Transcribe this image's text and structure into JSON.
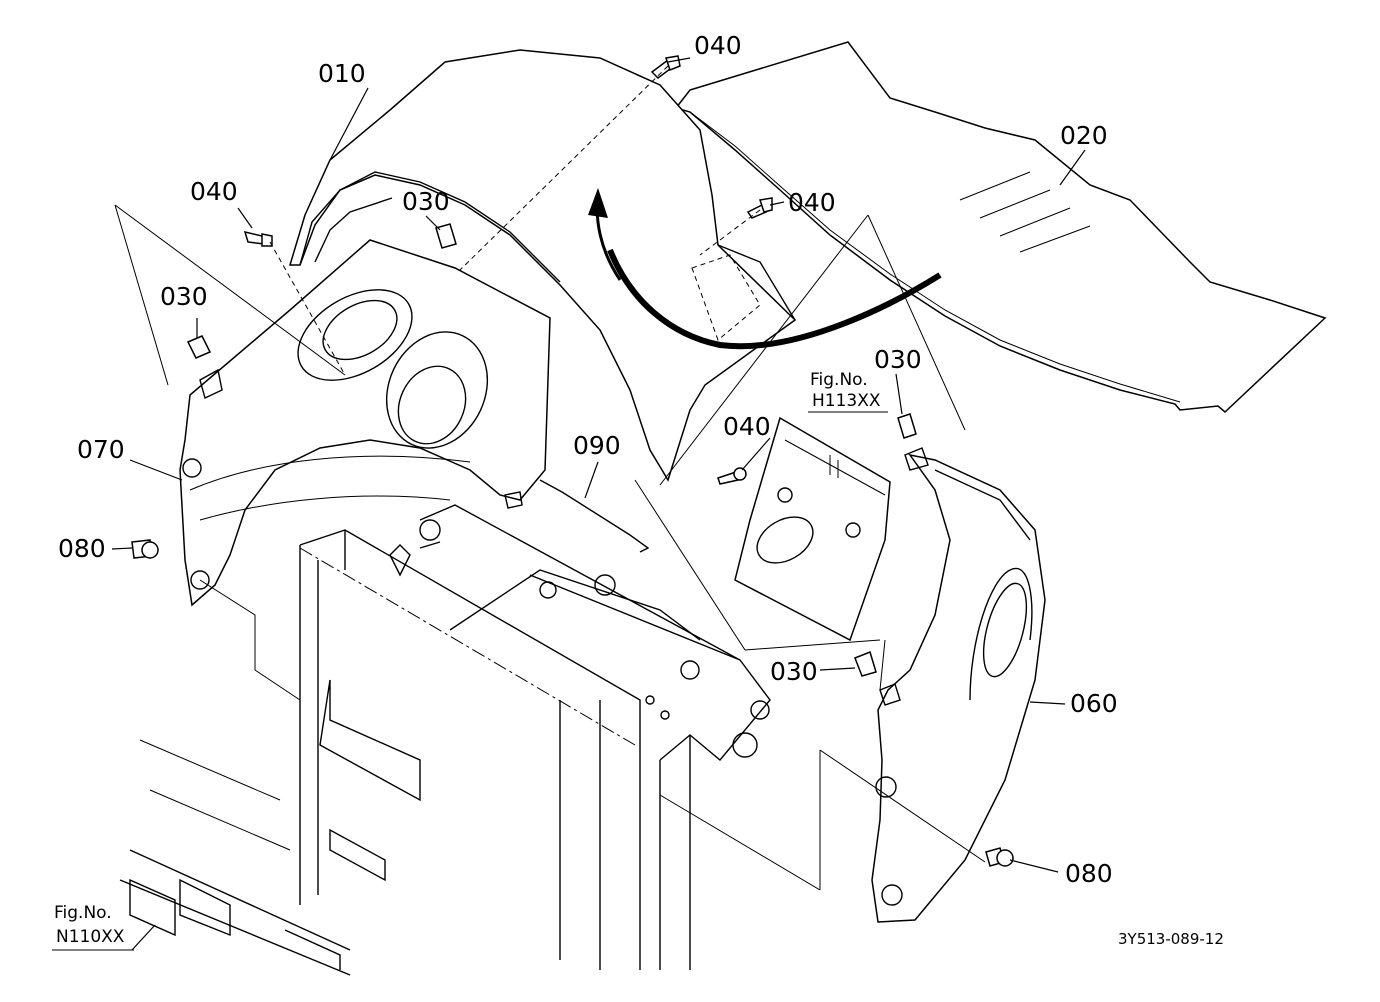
{
  "document_id": "3Y513-089-12",
  "fig_refs": [
    {
      "label": "Fig.No.",
      "code": "H113XX"
    },
    {
      "label": "Fig.No.",
      "code": "N110XX"
    }
  ],
  "callouts": [
    "010",
    "020",
    "030",
    "040",
    "060",
    "070",
    "080",
    "090"
  ]
}
